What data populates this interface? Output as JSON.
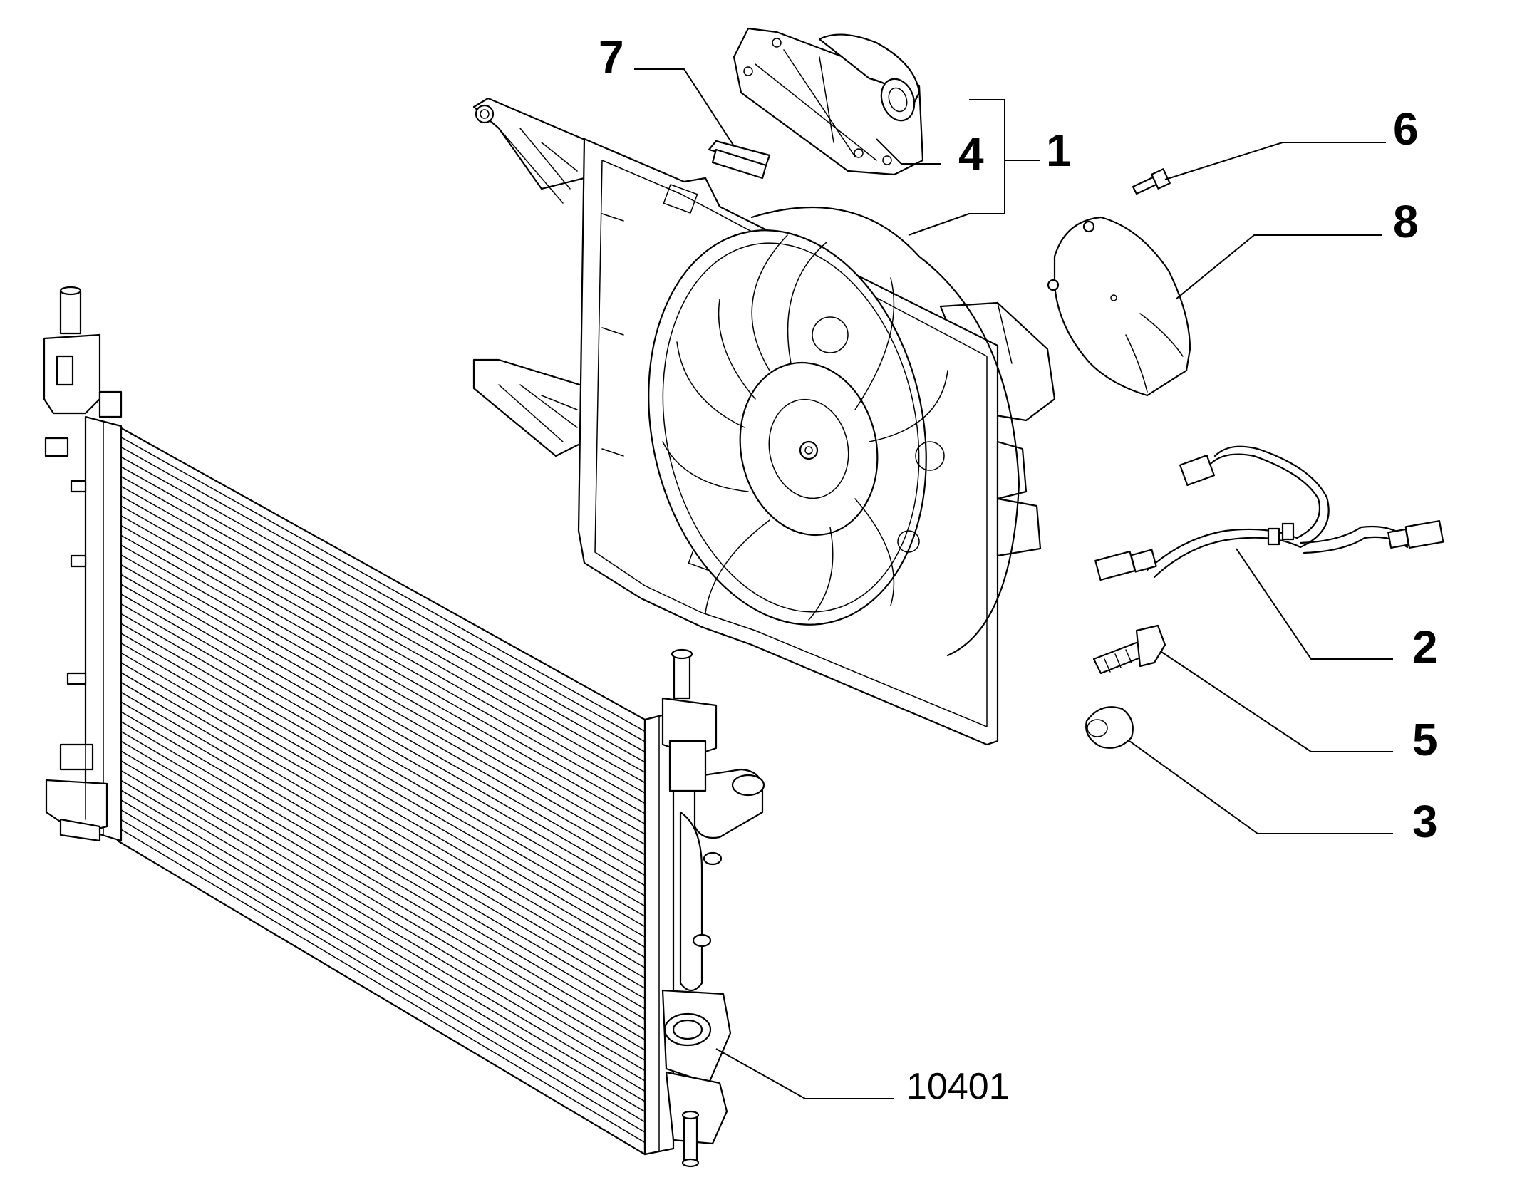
{
  "callouts": {
    "c1": "1",
    "c2": "2",
    "c3": "3",
    "c4": "4",
    "c5": "5",
    "c6": "6",
    "c7": "7",
    "c8": "8",
    "ref": "10401"
  },
  "parts": [
    {
      "id": "1",
      "name": "fan-shroud-assembly"
    },
    {
      "id": "2",
      "name": "wiring-harness"
    },
    {
      "id": "3",
      "name": "rubber-grommet"
    },
    {
      "id": "4",
      "name": "resistor-module"
    },
    {
      "id": "5",
      "name": "bolt"
    },
    {
      "id": "6",
      "name": "screw"
    },
    {
      "id": "7",
      "name": "clip"
    },
    {
      "id": "8",
      "name": "motor-cover"
    },
    {
      "id": "10401",
      "name": "radiator"
    }
  ]
}
